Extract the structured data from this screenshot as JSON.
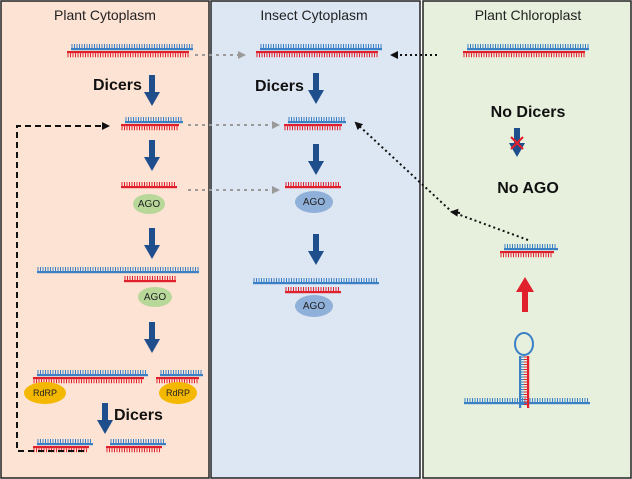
{
  "panels": {
    "plant_cytoplasm": {
      "title": "Plant Cytoplasm",
      "color": "#fde3d4"
    },
    "insect_cytoplasm": {
      "title": "Insect Cytoplasm",
      "color": "#dde6f3"
    },
    "plant_chloroplast": {
      "title": "Plant Chloroplast",
      "color": "#e6f0dd"
    }
  },
  "labels": {
    "dicers": "Dicers",
    "no_dicers": "No Dicers",
    "no_ago": "No AGO",
    "ago": "AGO",
    "rdrp": "RdRP"
  },
  "colors": {
    "sense_strand": "#3b7fc4",
    "antisense_strand": "#e0202c",
    "arrow": "#1f4e8c",
    "red_arrow": "#e0202c",
    "ago_plant": "#b8d89a",
    "ago_insect": "#8fb0d8",
    "rdrp": "#f5b800",
    "dashed_black": "#111111",
    "dotted_grey": "#9a9a9a"
  }
}
